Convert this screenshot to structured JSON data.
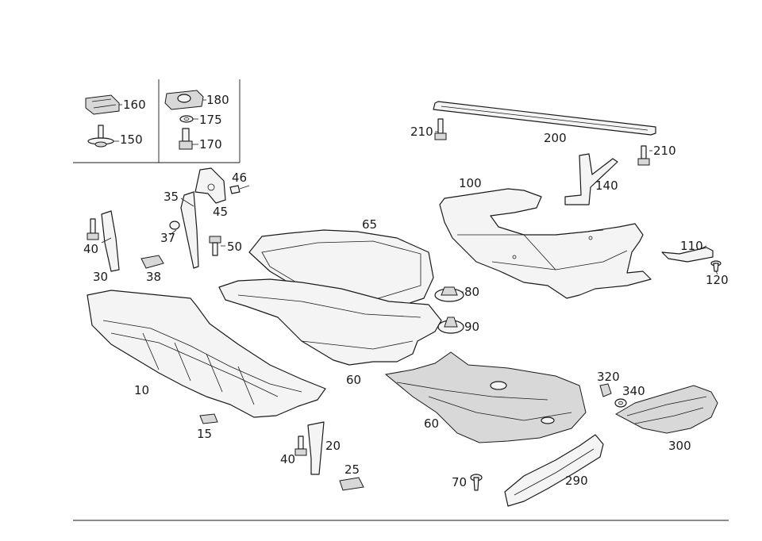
{
  "callouts": {
    "p160": "160",
    "p150": "150",
    "p180": "180",
    "p175": "175",
    "p170": "170",
    "p210a": "210",
    "p200": "200",
    "p210b": "210",
    "p46": "46",
    "p35": "35",
    "p45": "45",
    "p100": "100",
    "p140": "140",
    "p65": "65",
    "p40a": "40",
    "p37": "37",
    "p50": "50",
    "p110": "110",
    "p30": "30",
    "p38": "38",
    "p120": "120",
    "p80": "80",
    "p90": "90",
    "p10": "10",
    "p60a": "60",
    "p320": "320",
    "p340": "340",
    "p60b": "60",
    "p15": "15",
    "p20": "20",
    "p300": "300",
    "p40b": "40",
    "p25": "25",
    "p70": "70",
    "p290": "290"
  }
}
